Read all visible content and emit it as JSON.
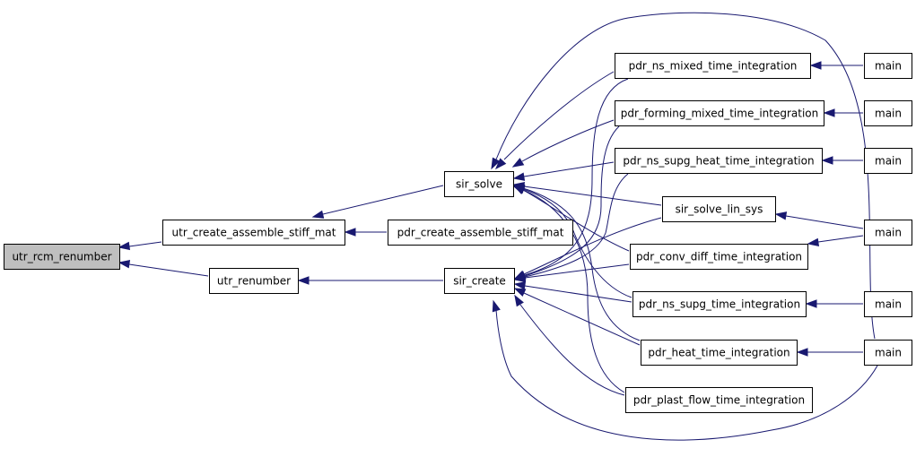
{
  "graph": {
    "nodes": [
      {
        "id": "utr_rcm_renumber",
        "label": "utr_rcm_renumber",
        "root": true
      },
      {
        "id": "utr_create_assemble_stiff_mat",
        "label": "utr_create_assemble_stiff_mat"
      },
      {
        "id": "utr_renumber",
        "label": "utr_renumber"
      },
      {
        "id": "sir_solve",
        "label": "sir_solve"
      },
      {
        "id": "pdr_create_assemble_stiff_mat",
        "label": "pdr_create_assemble_stiff_mat"
      },
      {
        "id": "sir_create",
        "label": "sir_create"
      },
      {
        "id": "pdr_ns_mixed_time_integration",
        "label": "pdr_ns_mixed_time_integration"
      },
      {
        "id": "pdr_forming_mixed_time_integration",
        "label": "pdr_forming_mixed_time_integration"
      },
      {
        "id": "pdr_ns_supg_heat_time_integration",
        "label": "pdr_ns_supg_heat_time_integration"
      },
      {
        "id": "sir_solve_lin_sys",
        "label": "sir_solve_lin_sys"
      },
      {
        "id": "pdr_conv_diff_time_integration",
        "label": "pdr_conv_diff_time_integration"
      },
      {
        "id": "pdr_ns_supg_time_integration",
        "label": "pdr_ns_supg_time_integration"
      },
      {
        "id": "pdr_heat_time_integration",
        "label": "pdr_heat_time_integration"
      },
      {
        "id": "pdr_plast_flow_time_integration",
        "label": "pdr_plast_flow_time_integration"
      },
      {
        "id": "main_1",
        "label": "main"
      },
      {
        "id": "main_2",
        "label": "main"
      },
      {
        "id": "main_3",
        "label": "main"
      },
      {
        "id": "main_4",
        "label": "main"
      },
      {
        "id": "main_5",
        "label": "main"
      },
      {
        "id": "main_6",
        "label": "main"
      }
    ],
    "edges": [
      {
        "from": "utr_create_assemble_stiff_mat",
        "to": "utr_rcm_renumber"
      },
      {
        "from": "utr_renumber",
        "to": "utr_rcm_renumber"
      },
      {
        "from": "sir_solve",
        "to": "utr_create_assemble_stiff_mat"
      },
      {
        "from": "pdr_create_assemble_stiff_mat",
        "to": "utr_create_assemble_stiff_mat"
      },
      {
        "from": "sir_create",
        "to": "utr_renumber"
      },
      {
        "from": "pdr_ns_mixed_time_integration",
        "to": "sir_solve"
      },
      {
        "from": "pdr_forming_mixed_time_integration",
        "to": "sir_solve"
      },
      {
        "from": "pdr_ns_supg_heat_time_integration",
        "to": "sir_solve"
      },
      {
        "from": "sir_solve_lin_sys",
        "to": "sir_solve"
      },
      {
        "from": "pdr_conv_diff_time_integration",
        "to": "sir_solve"
      },
      {
        "from": "pdr_ns_supg_time_integration",
        "to": "sir_solve"
      },
      {
        "from": "pdr_heat_time_integration",
        "to": "sir_solve"
      },
      {
        "from": "pdr_plast_flow_time_integration",
        "to": "sir_solve"
      },
      {
        "from": "main_6",
        "to": "sir_solve"
      },
      {
        "from": "pdr_ns_mixed_time_integration",
        "to": "sir_create"
      },
      {
        "from": "pdr_forming_mixed_time_integration",
        "to": "sir_create"
      },
      {
        "from": "pdr_ns_supg_heat_time_integration",
        "to": "sir_create"
      },
      {
        "from": "sir_solve_lin_sys",
        "to": "sir_create"
      },
      {
        "from": "pdr_conv_diff_time_integration",
        "to": "sir_create"
      },
      {
        "from": "pdr_ns_supg_time_integration",
        "to": "sir_create"
      },
      {
        "from": "pdr_heat_time_integration",
        "to": "sir_create"
      },
      {
        "from": "pdr_plast_flow_time_integration",
        "to": "sir_create"
      },
      {
        "from": "main_6",
        "to": "sir_create"
      },
      {
        "from": "main_1",
        "to": "pdr_ns_mixed_time_integration"
      },
      {
        "from": "main_2",
        "to": "pdr_forming_mixed_time_integration"
      },
      {
        "from": "main_3",
        "to": "pdr_ns_supg_heat_time_integration"
      },
      {
        "from": "main_4",
        "to": "sir_solve_lin_sys"
      },
      {
        "from": "main_4",
        "to": "pdr_conv_diff_time_integration"
      },
      {
        "from": "main_5",
        "to": "pdr_ns_supg_time_integration"
      },
      {
        "from": "main_6",
        "to": "pdr_heat_time_integration"
      }
    ]
  }
}
